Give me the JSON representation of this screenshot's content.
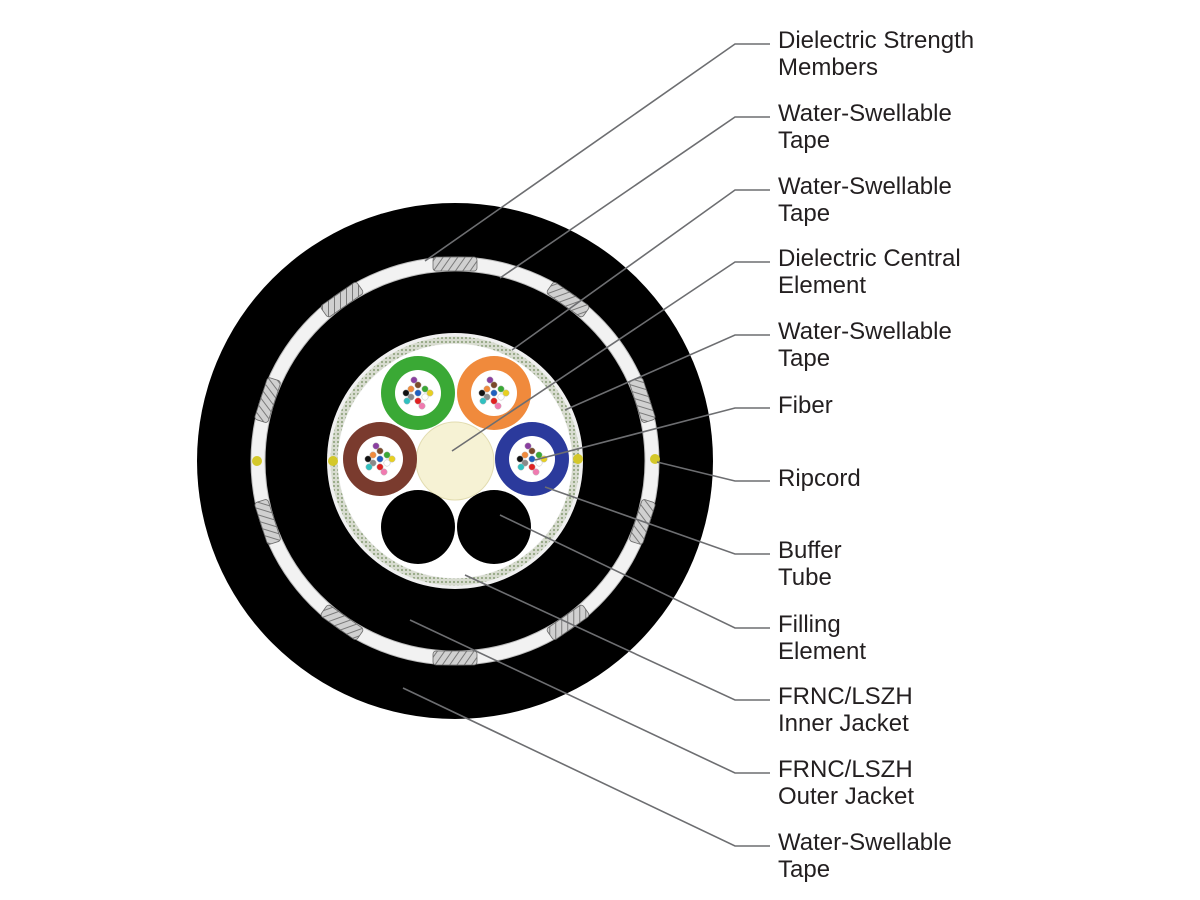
{
  "labels": [
    {
      "id": "dielectric-strength-members",
      "lines": [
        "Dielectric Strength",
        "Members"
      ]
    },
    {
      "id": "water-swellable-tape-1",
      "lines": [
        "Water-Swellable",
        "Tape"
      ]
    },
    {
      "id": "water-swellable-tape-2",
      "lines": [
        "Water-Swellable",
        "Tape"
      ]
    },
    {
      "id": "dielectric-central-element",
      "lines": [
        "Dielectric Central",
        "Element"
      ]
    },
    {
      "id": "water-swellable-tape-3",
      "lines": [
        "Water-Swellable",
        "Tape"
      ]
    },
    {
      "id": "fiber",
      "lines": [
        "Fiber"
      ]
    },
    {
      "id": "ripcord",
      "lines": [
        "Ripcord"
      ]
    },
    {
      "id": "buffer-tube",
      "lines": [
        "Buffer",
        "Tube"
      ]
    },
    {
      "id": "filling-element",
      "lines": [
        "Filling",
        "Element"
      ]
    },
    {
      "id": "frnc-lszh-inner-jacket",
      "lines": [
        "FRNC/LSZH",
        "Inner Jacket"
      ]
    },
    {
      "id": "frnc-lszh-outer-jacket",
      "lines": [
        "FRNC/LSZH",
        "Outer Jacket"
      ]
    },
    {
      "id": "water-swellable-tape-4",
      "lines": [
        "Water-Swellable",
        "Tape"
      ]
    }
  ],
  "colors": {
    "jacket": "#000000",
    "tape": "#f2f2f2",
    "leader": "#6d6e71",
    "tube_green": "#3aa935",
    "tube_orange": "#f08a3c",
    "tube_brown": "#7a3b2e",
    "tube_blue": "#2b3a9c",
    "central_element": "#f6f2d4",
    "ripcord": "#d4c82a"
  },
  "fiber_colors": [
    "#1f5fbf",
    "#f08a3c",
    "#3aa935",
    "#7a4a2a",
    "#8a8a8a",
    "#ffffff",
    "#e02020",
    "#111111",
    "#e8d020",
    "#8a3fa0",
    "#f07ab0",
    "#30c0c0"
  ]
}
